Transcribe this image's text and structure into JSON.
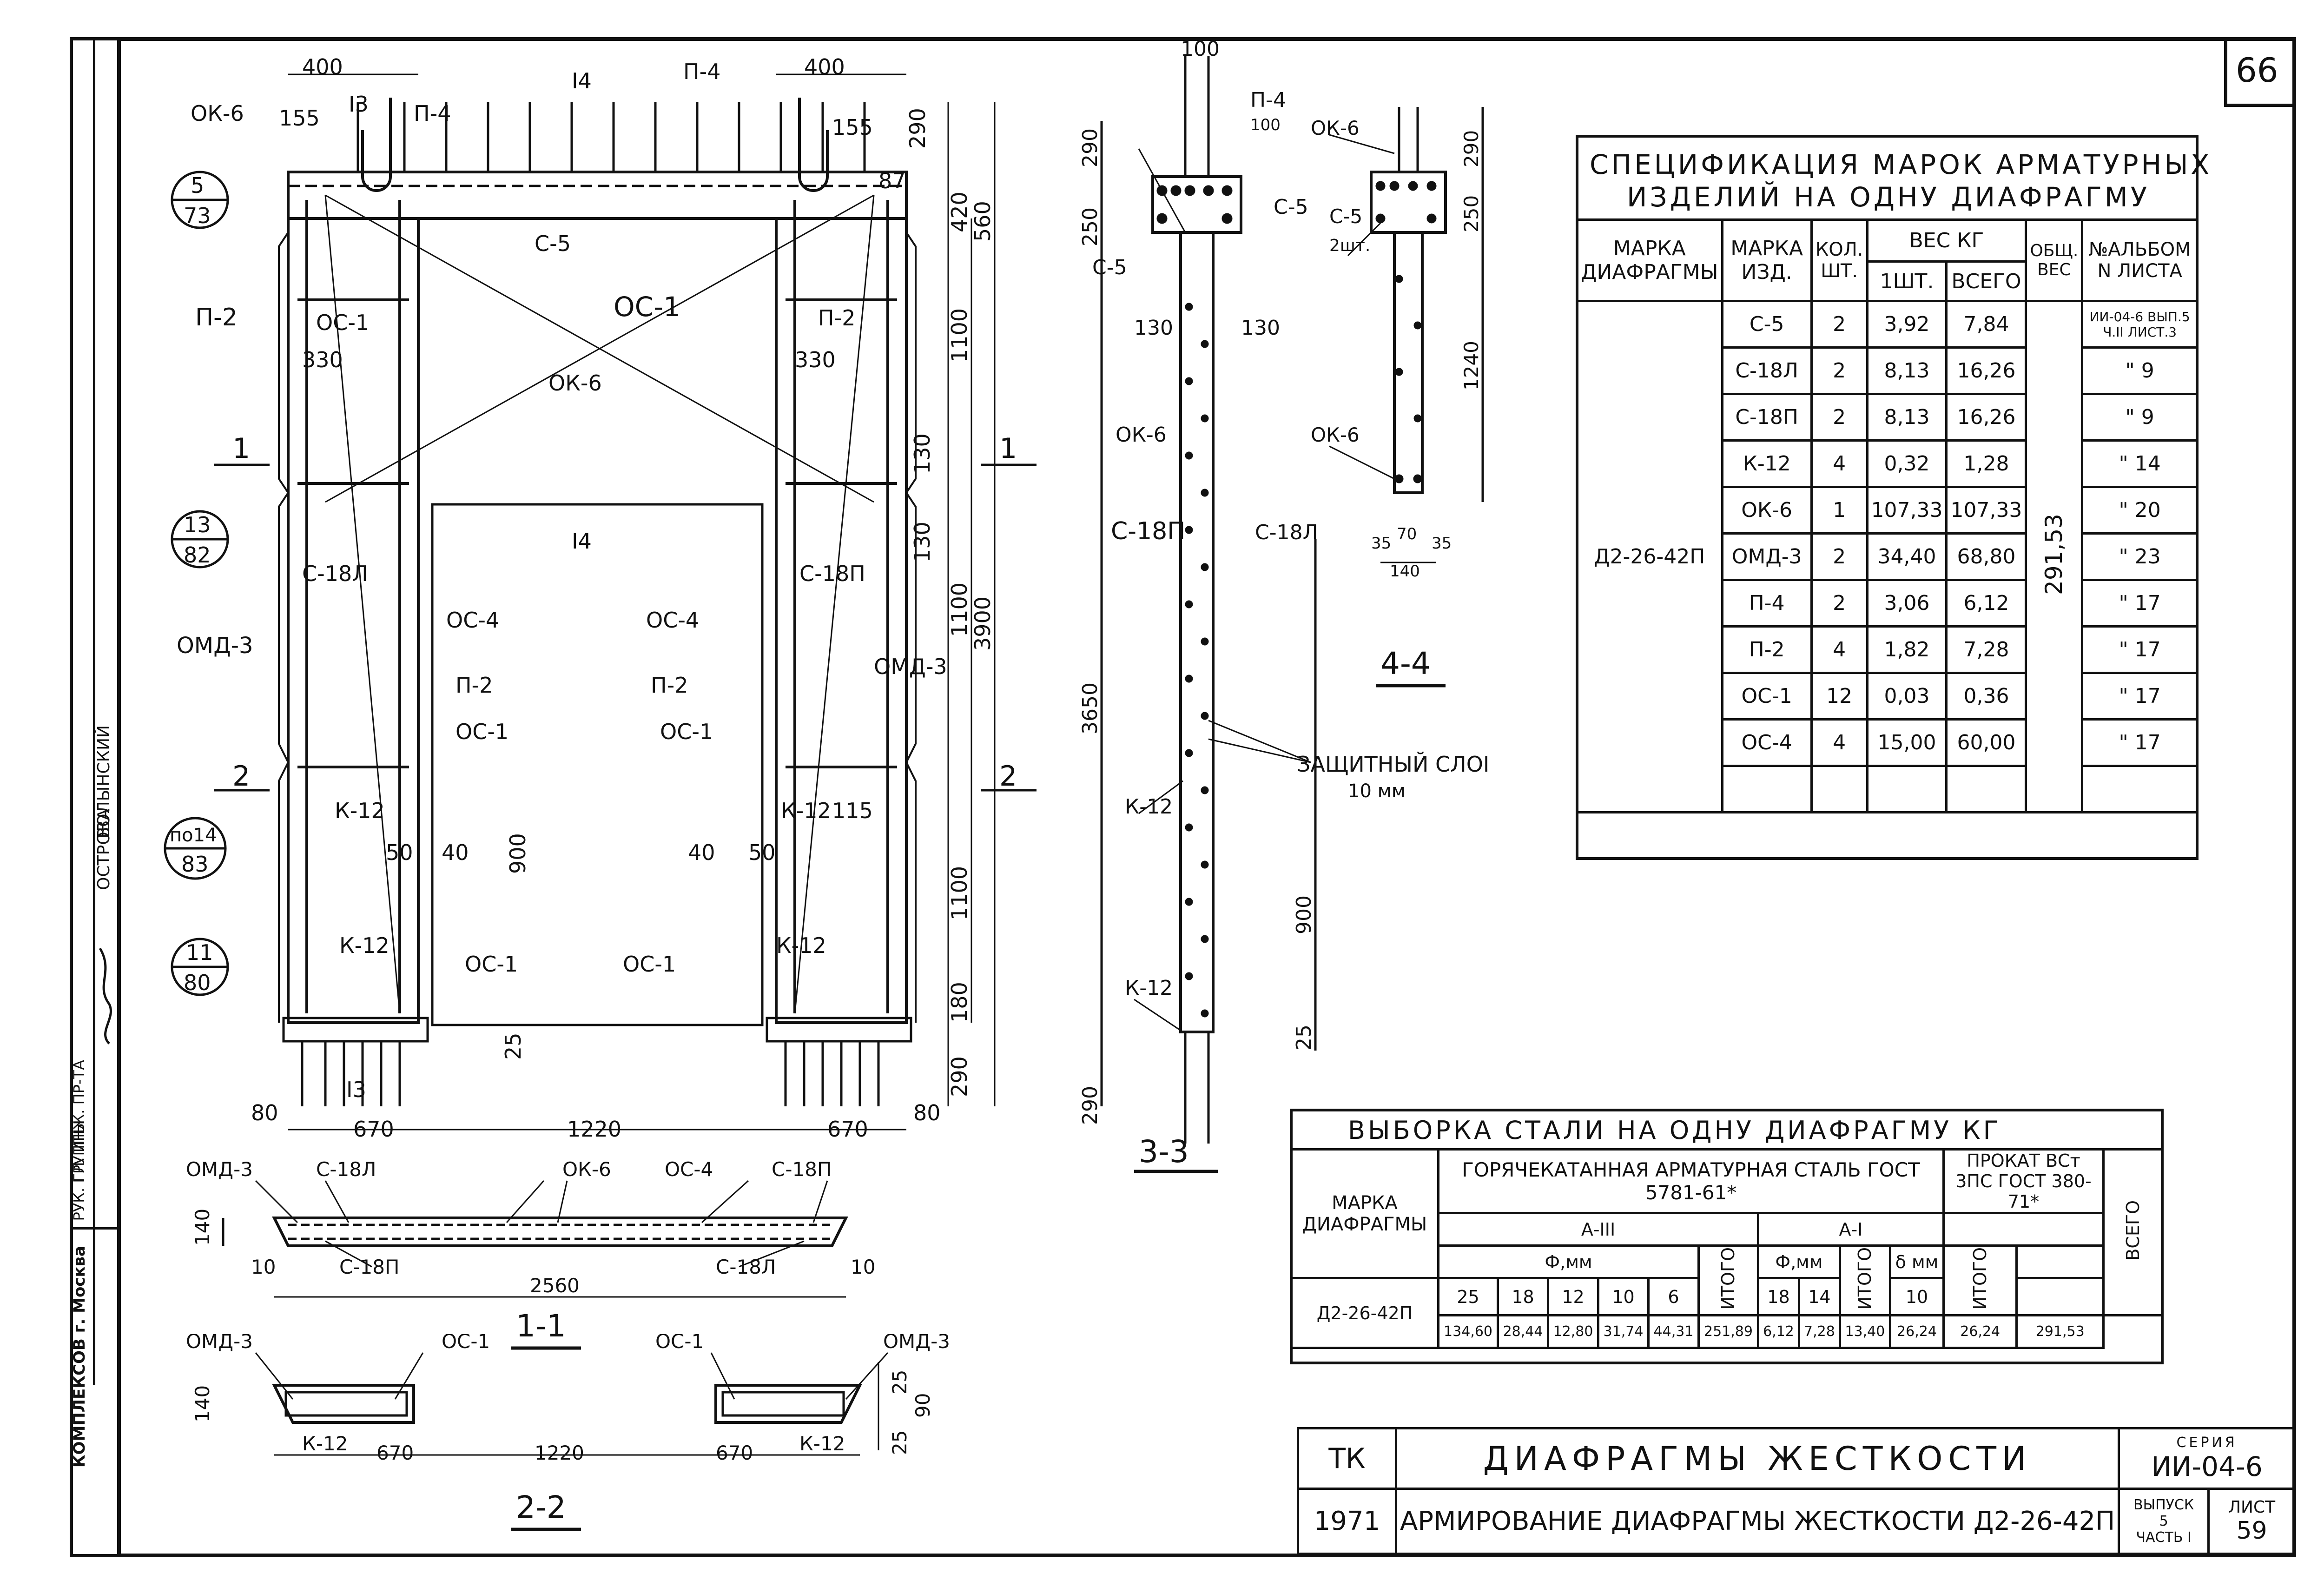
{
  "sheet_corner_number": "66",
  "left_stamp": {
    "org": "КОМПЛЕКСОВ г. Москва",
    "rows": [
      "ГЛ. ИНЖ. ПР-ТА",
      "РУК. ГРУППЫ"
    ],
    "names": [
      "ВОЛЫНСКИЙ",
      "ОСТРОВА"
    ]
  },
  "front_view": {
    "top_marks": [
      "I4",
      "I4",
      "I3",
      "I3"
    ],
    "dims_top": [
      "400",
      "400",
      "155",
      "155",
      "87"
    ],
    "dims_right": [
      "290",
      "420",
      "560",
      "1100",
      "130",
      "130",
      "3900",
      "1100",
      "1100",
      "115",
      "180",
      "290",
      "900",
      "25",
      "25"
    ],
    "dims_bottom": [
      "80",
      "670",
      "1220",
      "670",
      "80"
    ],
    "dims_inner": [
      "330",
      "330",
      "50",
      "40",
      "40",
      "50",
      "900"
    ],
    "bubbles": [
      {
        "top": "5",
        "bottom": "73"
      },
      {
        "top": "13",
        "bottom": "82"
      },
      {
        "top": "по14",
        "bottom": "83"
      },
      {
        "top": "11",
        "bottom": "80"
      }
    ],
    "labels": [
      "ОК-6",
      "П-4",
      "П-4",
      "С-5",
      "ОС-1",
      "П-2",
      "П-2",
      "ОК-6",
      "С-18Л",
      "С-18П",
      "ОС-4",
      "ОС-4",
      "ОМД-3",
      "ОМД-3",
      "П-2",
      "П-2",
      "ОС-1",
      "ОС-1",
      "К-12",
      "К-12",
      "К-12",
      "К-12",
      "ОС-1",
      "ОС-1"
    ],
    "section_marks": [
      "1",
      "1",
      "2",
      "2",
      "3"
    ]
  },
  "section_3_3": {
    "title": "3-3",
    "dims": [
      "100",
      "290",
      "250",
      "100",
      "130",
      "130",
      "3650",
      "900",
      "25",
      "290"
    ],
    "labels": [
      "П-4",
      "С-5",
      "С-5",
      "ОК-6",
      "С-18П",
      "С-18Л",
      "К-12",
      "К-12"
    ],
    "protective_layer": "ЗАЩИТНЫЙ СЛОЙ",
    "protective_layer_value": "10 мм"
  },
  "section_4_4": {
    "title": "4-4",
    "dims": [
      "290",
      "250",
      "1240",
      "35",
      "70",
      "35",
      "140"
    ],
    "labels": [
      "ОК-6",
      "С-5",
      "2шт.",
      "ОК-6"
    ]
  },
  "section_1_1": {
    "title": "1-1",
    "labels": [
      "ОМД-3",
      "С-18Л",
      "ОК-6",
      "ОС-4",
      "С-18П",
      "С-18П",
      "С-18Л"
    ],
    "dims": [
      "140",
      "10",
      "10",
      "2560"
    ]
  },
  "section_2_2": {
    "title": "2-2",
    "labels": [
      "ОМД-3",
      "ОС-1",
      "ОС-1",
      "ОМД-3",
      "К-12",
      "К-12"
    ],
    "dims": [
      "140",
      "670",
      "1220",
      "670",
      "25",
      "90",
      "25"
    ]
  },
  "spec_table": {
    "title_line1": "СПЕЦИФИКАЦИЯ МАРОК АРМАТУРНЫХ",
    "title_line2": "ИЗДЕЛИЙ НА ОДНУ ДИАФРАГМУ",
    "headers": {
      "mark_diaphragm": "МАРКА ДИАФРАГМЫ",
      "mark_item": "МАРКА ИЗД.",
      "qty": "КОЛ. ШТ.",
      "weight": "ВЕС КГ",
      "weight_one": "1ШТ.",
      "weight_total": "ВСЕГО",
      "total_weight": "ОБЩ. ВЕС",
      "album": "№АЛЬБОМ N ЛИСТА"
    },
    "diaphragm": "Д2-26-42П",
    "total": "291,53",
    "rows": [
      {
        "item": "С-5",
        "qty": "2",
        "w1": "3,92",
        "wt": "7,84",
        "album": "ИИ-04-6 ВЫП.5 Ч.II ЛИСТ.3"
      },
      {
        "item": "С-18Л",
        "qty": "2",
        "w1": "8,13",
        "wt": "16,26",
        "album": "\" 9"
      },
      {
        "item": "С-18П",
        "qty": "2",
        "w1": "8,13",
        "wt": "16,26",
        "album": "\" 9"
      },
      {
        "item": "К-12",
        "qty": "4",
        "w1": "0,32",
        "wt": "1,28",
        "album": "\" 14"
      },
      {
        "item": "ОК-6",
        "qty": "1",
        "w1": "107,33",
        "wt": "107,33",
        "album": "\" 20"
      },
      {
        "item": "ОМД-3",
        "qty": "2",
        "w1": "34,40",
        "wt": "68,80",
        "album": "\" 23"
      },
      {
        "item": "П-4",
        "qty": "2",
        "w1": "3,06",
        "wt": "6,12",
        "album": "\" 17"
      },
      {
        "item": "П-2",
        "qty": "4",
        "w1": "1,82",
        "wt": "7,28",
        "album": "\" 17"
      },
      {
        "item": "ОС-1",
        "qty": "12",
        "w1": "0,03",
        "wt": "0,36",
        "album": "\" 17"
      },
      {
        "item": "ОС-4",
        "qty": "4",
        "w1": "15,00",
        "wt": "60,00",
        "album": "\" 17"
      }
    ]
  },
  "steel_table": {
    "title": "ВЫБОРКА СТАЛИ НА ОДНУ ДИАФРАГМУ КГ",
    "mark_header": "МАРКА ДИАФРАГМЫ",
    "rolled_header": "ГОРЯЧЕКАТАННАЯ АРМАТУРНАЯ СТАЛЬ ГОСТ 5781-61*",
    "prokat_header": "ПРОКАТ ВСт 3ПС ГОСТ 380-71*",
    "class3": "А-III",
    "class1": "А-I",
    "diam": "Ф,мм",
    "delta": "δ мм",
    "itogo": "ИТОГО",
    "vsego": "ВСЕГО",
    "diams_3": [
      "25",
      "18",
      "12",
      "10",
      "6"
    ],
    "diams_1": [
      "18",
      "14"
    ],
    "thick": [
      "10"
    ],
    "diaphragm": "Д2-26-42П",
    "vals_3": [
      "134,60",
      "28,44",
      "12,80",
      "31,74",
      "44,31"
    ],
    "itogo_3": "251,89",
    "vals_1": [
      "6,12",
      "7,28"
    ],
    "itogo_1": "13,40",
    "vals_p": [
      "26,24"
    ],
    "itogo_p": "26,24",
    "total": "291,53"
  },
  "title_block": {
    "tk": "ТК",
    "year": "1971",
    "title": "ДИАФРАГМЫ ЖЕСТКОСТИ",
    "subtitle": "АРМИРОВАНИЕ ДИАФРАГМЫ ЖЕСТКОСТИ Д2-26-42П",
    "series_label": "СЕРИЯ",
    "series": "ИИ-04-6",
    "issue_label": "ВЫПУСК",
    "issue": "5",
    "part": "ЧАСТЬ I",
    "sheet_label": "ЛИСТ",
    "sheet": "59"
  }
}
